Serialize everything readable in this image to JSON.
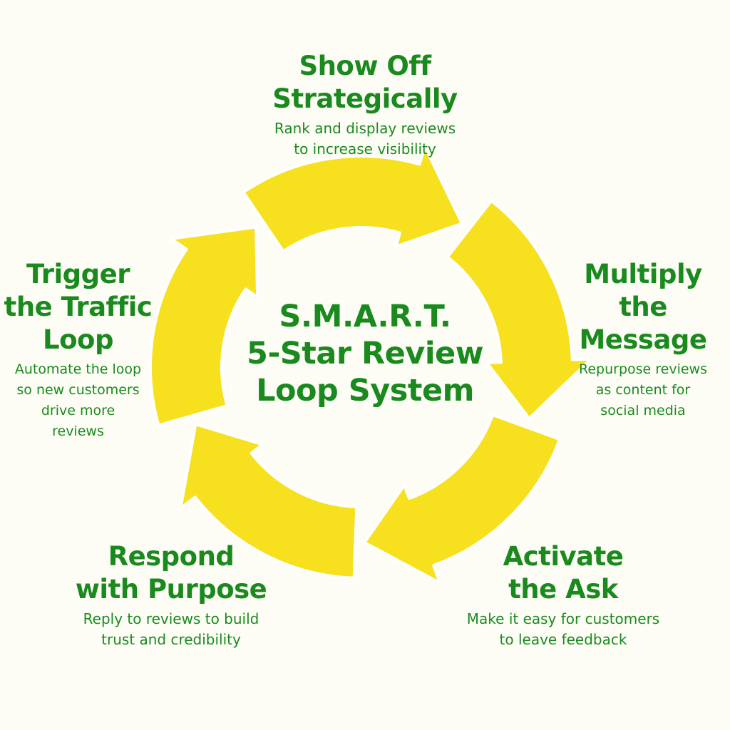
{
  "center": {
    "lines": [
      "S.M.A.R.T.",
      "5-Star Review",
      "Loop System"
    ]
  },
  "steps": [
    {
      "title": [
        "Show Off",
        "Strategically"
      ],
      "desc": [
        "Rank and display reviews",
        "to increase visibility"
      ]
    },
    {
      "title": [
        "Multiply",
        "the",
        "Message"
      ],
      "desc": [
        "Repurpose reviews",
        "as content for",
        "social media"
      ]
    },
    {
      "title": [
        "Activate",
        "the Ask"
      ],
      "desc": [
        "Make it easy for customers",
        "to leave feedback"
      ]
    },
    {
      "title": [
        "Respond",
        "with Purpose"
      ],
      "desc": [
        "Reply to reviews to build",
        "trust and credibility"
      ]
    },
    {
      "title": [
        "Trigger",
        "the Traffic",
        "Loop"
      ],
      "desc": [
        "Automate the loop",
        "so new customers",
        "drive more",
        "reviews"
      ]
    }
  ],
  "colors": {
    "background": "#fdfdf5",
    "arrow": "#f7e01e",
    "arrow_edge": "#ffffff",
    "text": "#1a8a1e"
  }
}
